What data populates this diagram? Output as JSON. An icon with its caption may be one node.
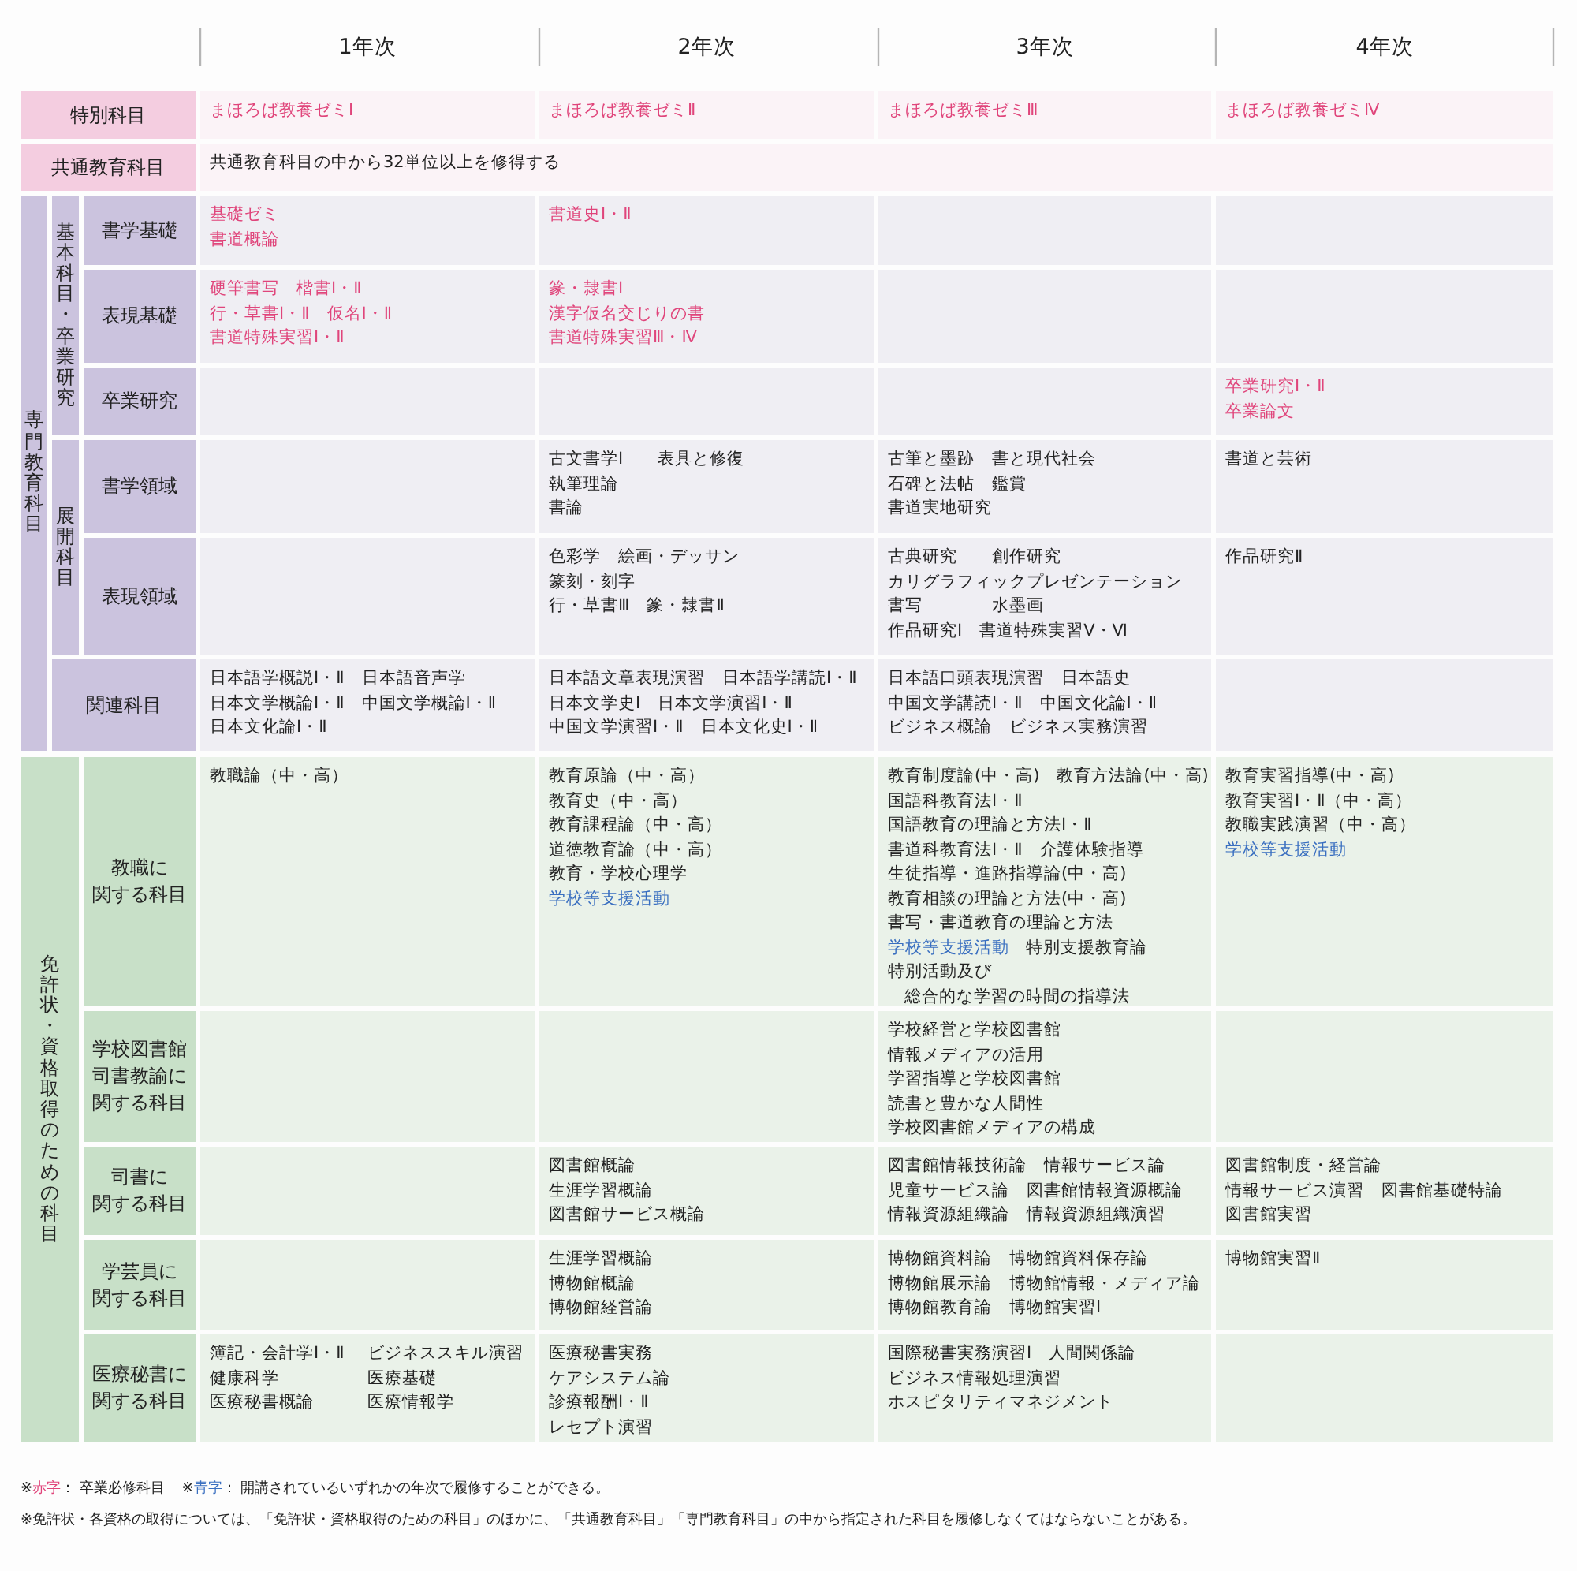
{
  "diagram": {
    "labels": [
      "1年次",
      "2年次",
      "3年次",
      "4年次",
      "特別科目",
      "まほろば教養ゼミⅠ",
      "まほろば教養ゼミⅡ",
      "まほろば教養ゼミⅢ",
      "まほろば教養ゼミⅣ",
      "共通教育科目",
      "共通教育科目の中から32単位以上を修得する",
      "専門教育科目",
      "基本科目・卒業研究",
      "書学基礎",
      "基礎ゼミ",
      "書道概論",
      "書道史Ⅰ・Ⅱ",
      "表現基礎",
      "硬筆書写　楷書Ⅰ・Ⅱ",
      "行・草書Ⅰ・Ⅱ　仮名Ⅰ・Ⅱ",
      "書道特殊実習Ⅰ・Ⅱ",
      "篆・隷書Ⅰ",
      "漢字仮名交じりの書",
      "書道特殊実習Ⅲ・Ⅳ",
      "卒業研究",
      "卒業研究Ⅰ・Ⅱ",
      "卒業論文",
      "展開科目",
      "書学領域",
      "古文書学Ⅰ　　表具と修復",
      "執筆理論",
      "書論",
      "古筆と墨跡　書と現代社会",
      "石碑と法帖　鑑賞",
      "書道実地研究",
      "書道と芸術",
      "表現領域",
      "色彩学　絵画・デッサン",
      "篆刻・刻字",
      "行・草書Ⅲ　篆・隷書Ⅱ",
      "古典研究　　創作研究",
      "カリグラフィックプレゼンテーション",
      "書写　　　　水墨画",
      "作品研究Ⅰ　書道特殊実習Ⅴ・Ⅵ",
      "作品研究Ⅱ",
      "関連科目",
      "日本語学概説Ⅰ・Ⅱ　日本語音声学",
      "日本文学概論Ⅰ・Ⅱ　中国文学概論Ⅰ・Ⅱ",
      "日本文化論Ⅰ・Ⅱ",
      "日本語文章表現演習　日本語学講読Ⅰ・Ⅱ",
      "日本文学史Ⅰ　日本文学演習Ⅰ・Ⅱ",
      "中国文学演習Ⅰ・Ⅱ　日本文化史Ⅰ・Ⅱ",
      "日本語口頭表現演習　日本語史",
      "中国文学講読Ⅰ・Ⅱ　中国文化論Ⅰ・Ⅱ",
      "ビジネス概論　ビジネス実務演習",
      "免許状・資格取得のための科目",
      "教職に",
      "関する科目",
      "教職論（中・高）",
      "教育原論（中・高）",
      "教育史（中・高）",
      "教育課程論（中・高）",
      "道徳教育論（中・高）",
      "教育・学校心理学",
      "学校等支援活動",
      "教育制度論(中・高)　教育方法論(中・高)",
      "国語科教育法Ⅰ・Ⅱ",
      "国語教育の理論と方法Ⅰ・Ⅱ",
      "書道科教育法Ⅰ・Ⅱ　介護体験指導",
      "生徒指導・進路指導論(中・高)",
      "教育相談の理論と方法(中・高)",
      "書写・書道教育の理論と方法",
      "学校等支援活動",
      "特別支援教育論",
      "特別活動及び",
      "総合的な学習の時間の指導法",
      "教育実習指導(中・高)",
      "教育実習Ⅰ・Ⅱ（中・高）",
      "教職実践演習（中・高）",
      "学校等支援活動",
      "学校図書館",
      "司書教諭に",
      "関する科目",
      "学校経営と学校図書館",
      "情報メディアの活用",
      "学習指導と学校図書館",
      "読書と豊かな人間性",
      "学校図書館メディアの構成",
      "司書に",
      "関する科目",
      "図書館概論",
      "生涯学習概論",
      "図書館サービス概論",
      "図書館情報技術論　情報サービス論",
      "児童サービス論　図書館情報資源概論",
      "情報資源組織論　情報資源組織演習",
      "図書館制度・経営論",
      "情報サービス演習　図書館基礎特論",
      "図書館実習",
      "学芸員に",
      "関する科目",
      "生涯学習概論",
      "博物館概論",
      "博物館経営論",
      "博物館資料論　博物館資料保存論",
      "博物館展示論　博物館情報・メディア論",
      "博物館教育論　博物館実習Ⅰ",
      "博物館実習Ⅱ",
      "医療秘書に",
      "関する科目",
      "簿記・会計学Ⅰ・Ⅱ",
      "ビジネススキル演習",
      "健康科学",
      "医療基礎",
      "医療秘書概論",
      "医療情報学",
      "医療秘書実務",
      "ケアシステム論",
      "診療報酬Ⅰ・Ⅱ",
      "レセプト演習",
      "国際秘書実務演習Ⅰ　人間関係論",
      "ビジネス情報処理演習",
      "ホスピタリティマネジメント",
      "※",
      "赤字",
      "： 卒業必修科目",
      "※",
      "青字",
      "： 開講されているいずれかの年次で履修することができる。",
      "※免許状・各資格の取得については、「免許状・資格取得のための科目」のほかに、「共通教育科目」「専門教育科目」の中から指定された科目を履修しなくてはならないことがある。"
    ]
  }
}
